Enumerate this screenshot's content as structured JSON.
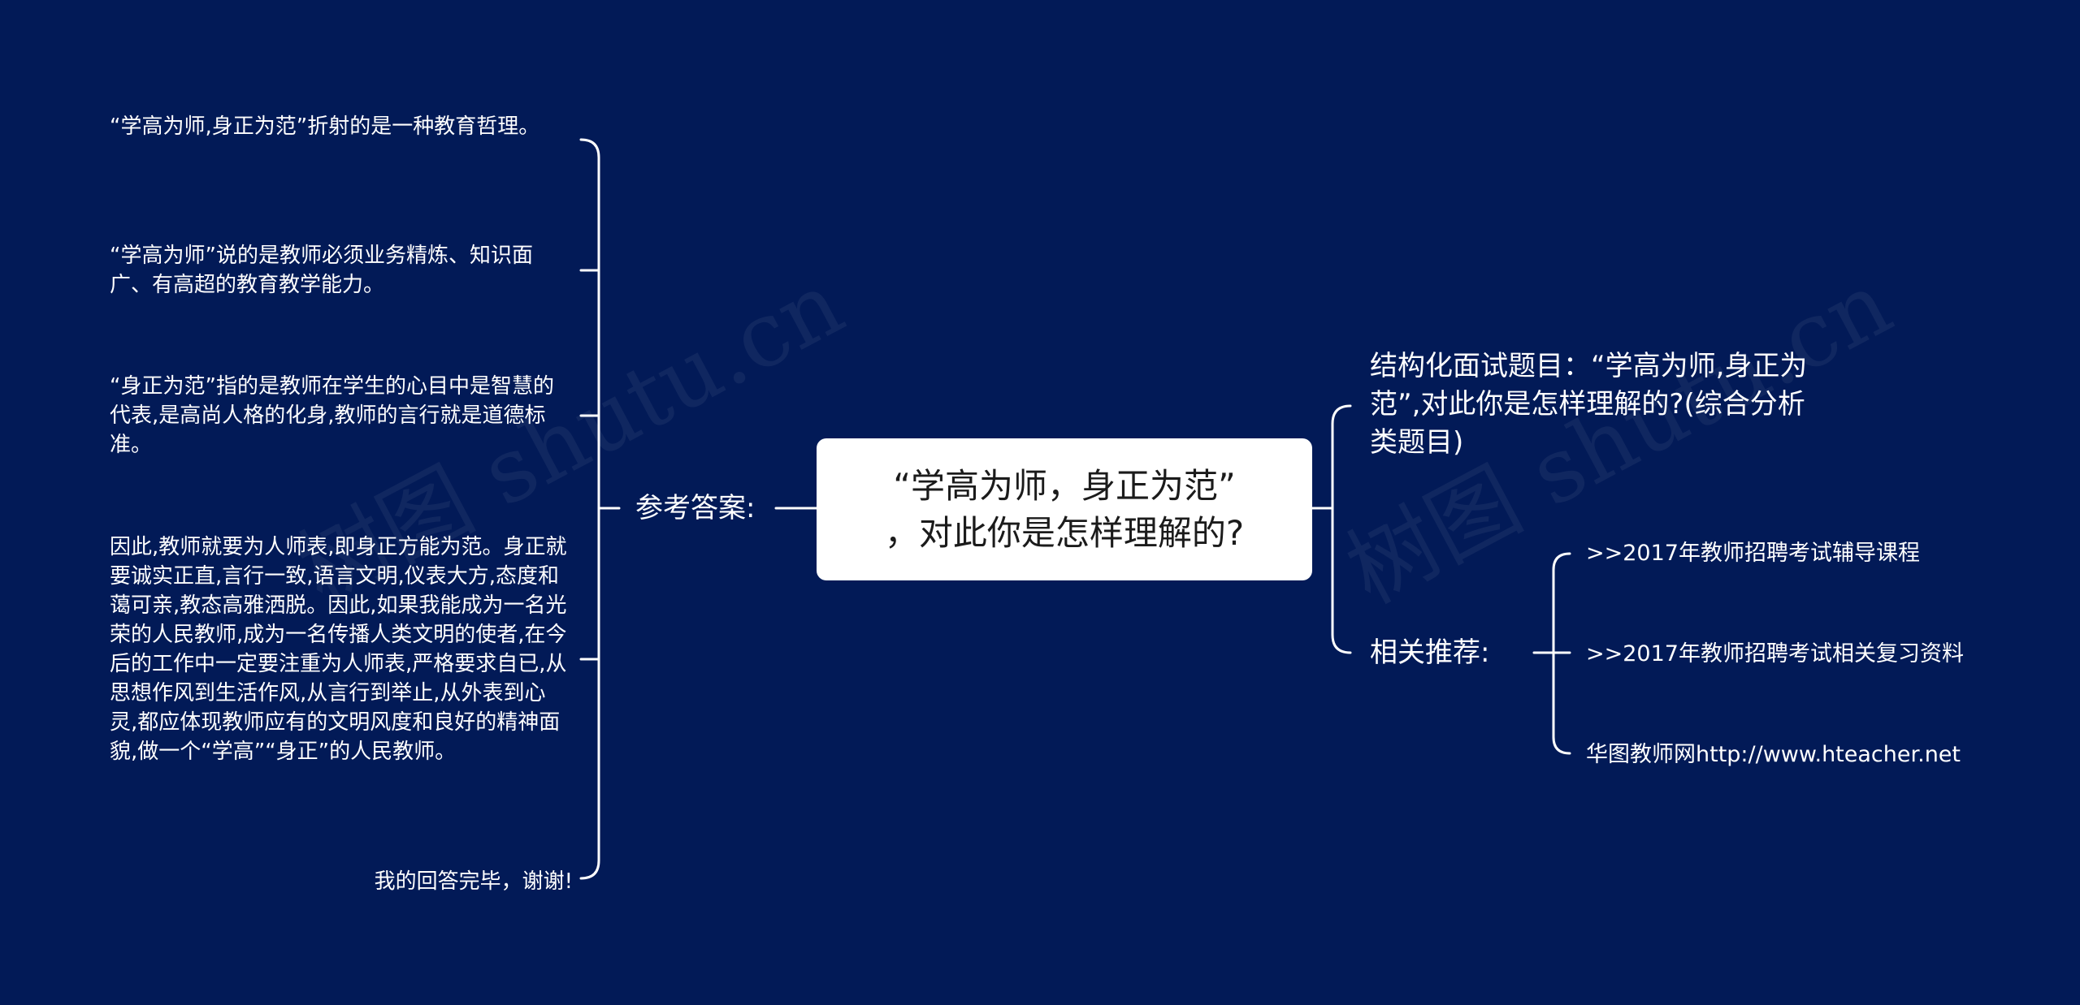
{
  "center": {
    "line1": "“学高为师，身正为范”",
    "line2": "，对此你是怎样理解的?"
  },
  "left_branch": {
    "label": "参考答案:",
    "items": [
      "“学高为师,身正为范”折射的是一种教育哲理。",
      "“学高为师”说的是教师必须业务精炼、知识面广、有高超的教育教学能力。",
      "“身正为范”指的是教师在学生的心目中是智慧的代表,是高尚人格的化身,教师的言行就是道德标准。",
      "因此,教师就要为人师表,即身正方能为范。身正就要诚实正直,言行一致,语言文明,仪表大方,态度和蔼可亲,教态高雅洒脱。因此,如果我能成为一名光荣的人民教师,成为一名传播人类文明的使者,在今后的工作中一定要注重为人师表,严格要求自已,从思想作风到生活作风,从言行到举止,从外表到心灵,都应体现教师应有的文明风度和良好的精神面貌,做一个“学高”“身正”的人民教师。",
      "我的回答完毕，谢谢!"
    ]
  },
  "right_branches": {
    "question": "结构化面试题目：“学高为师,身正为范”,对此你是怎样理解的?(综合分析类题目)",
    "recommend_label": "相关推荐:",
    "recommend_items": [
      ">>2017年教师招聘考试辅导课程",
      ">>2017年教师招聘考试相关复习资料",
      "华图教师网http://www.hteacher.net"
    ]
  },
  "watermark": {
    "left": "树图 shutu.cn",
    "right": "树图 shutu.cn"
  },
  "colors": {
    "background": "#021a57",
    "line": "#ffffff",
    "center_box": "#ffffff",
    "center_text": "#1b1b1b"
  }
}
